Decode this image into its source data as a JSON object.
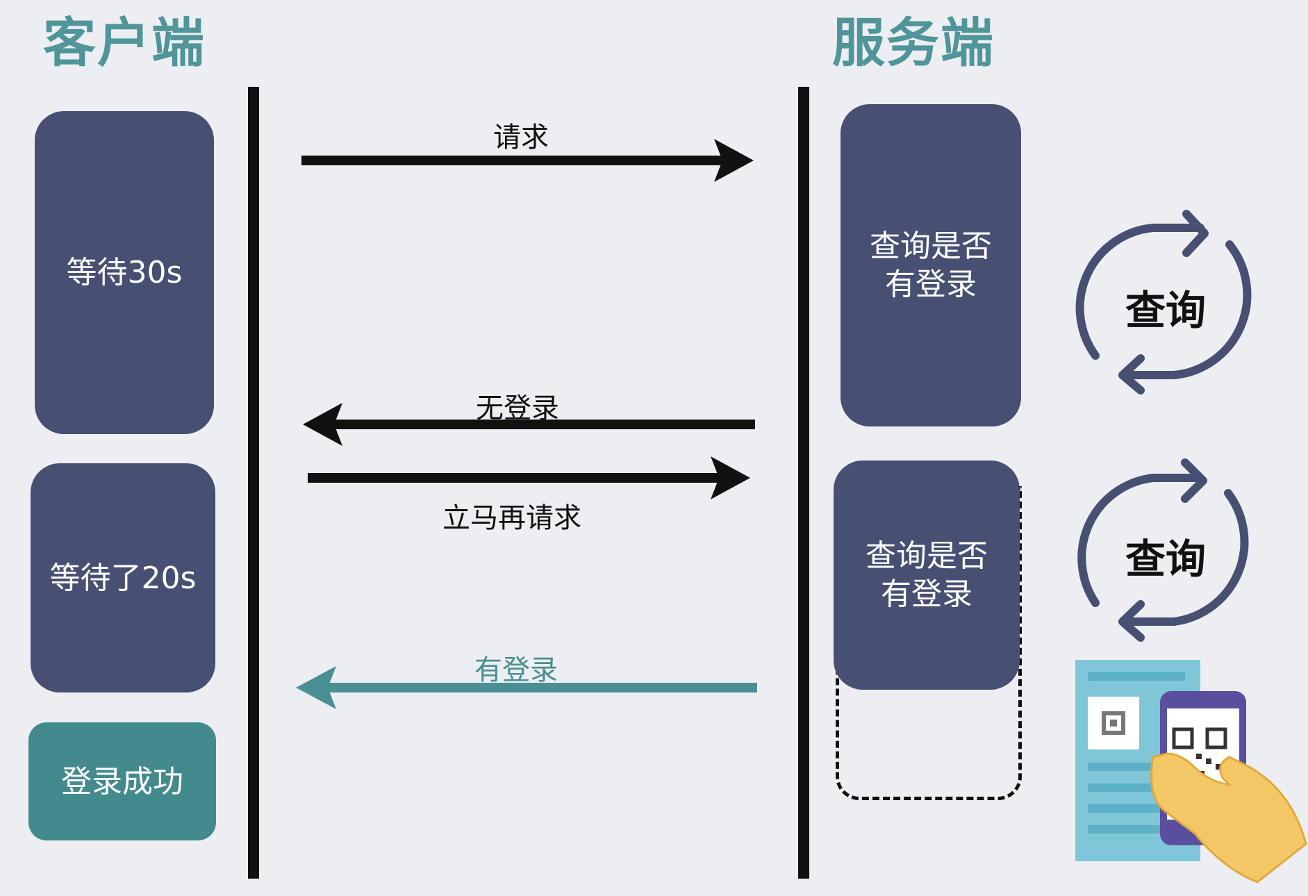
{
  "headers": {
    "client": "客户端",
    "server": "服务端"
  },
  "client": {
    "box1": "等待30s",
    "box2": "等待了20s",
    "box3": "登录成功"
  },
  "server": {
    "box1": "查询是否\n有登录",
    "box2": "查询是否\n有登录",
    "cycle1": "查询",
    "cycle2": "查询"
  },
  "arrows": {
    "a1": "请求",
    "a2": "无登录",
    "a3": "立马再请求",
    "a4": "有登录"
  },
  "colors": {
    "box": "#474f72",
    "success": "#438a8d",
    "teal_arrow": "#4a8f93",
    "header": "#4f9599"
  }
}
